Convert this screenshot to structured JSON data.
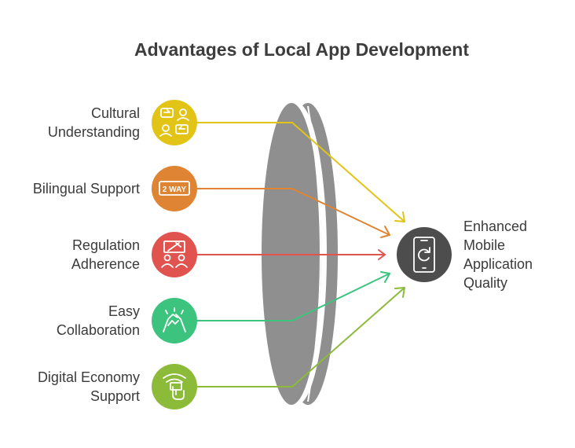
{
  "title": "Advantages of Local App Development",
  "factors": [
    {
      "lines": [
        "Cultural",
        "Understanding"
      ],
      "icon": "dialogue-exchange-icon",
      "color": "#e2c416"
    },
    {
      "lines": [
        "Bilingual Support"
      ],
      "icon": "two-way-sign-icon",
      "icon_text": "2 WAY",
      "color": "#de8432"
    },
    {
      "lines": [
        "Regulation",
        "Adherence"
      ],
      "icon": "compliance-people-icon",
      "color": "#e0534f"
    },
    {
      "lines": [
        "Easy",
        "Collaboration"
      ],
      "icon": "handshake-icon",
      "color": "#3cc47f"
    },
    {
      "lines": [
        "Digital Economy",
        "Support"
      ],
      "icon": "tap-payment-icon",
      "color": "#8cbb3a"
    }
  ],
  "result": {
    "lines": [
      "Enhanced",
      "Mobile",
      "Application",
      "Quality"
    ],
    "icon": "mobile-refresh-icon",
    "color": "#4d4d4d"
  },
  "lens_color": "#8f8f8f"
}
